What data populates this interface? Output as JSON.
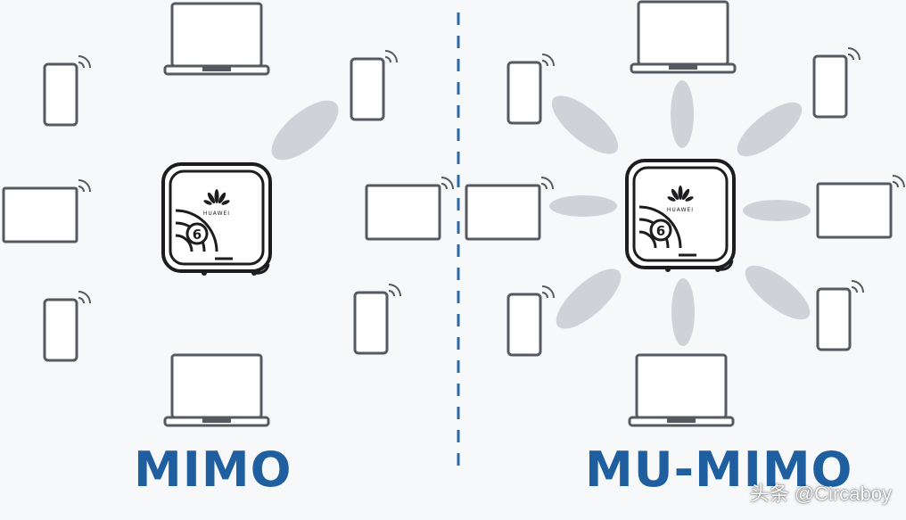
{
  "left_panel": {
    "title": "MIMO",
    "beam_count": 1
  },
  "right_panel": {
    "title": "MU-MIMO",
    "beam_count": 8
  },
  "router": {
    "brand_text": "HUAWEI",
    "badge": "6"
  },
  "watermark": "头条 @Circaboy",
  "colors": {
    "title": "#1f5fa0",
    "divider": "#2a6aa8",
    "device_stroke": "#555a60",
    "beam": "#cfd3d8",
    "background": "#f7f8fa"
  }
}
